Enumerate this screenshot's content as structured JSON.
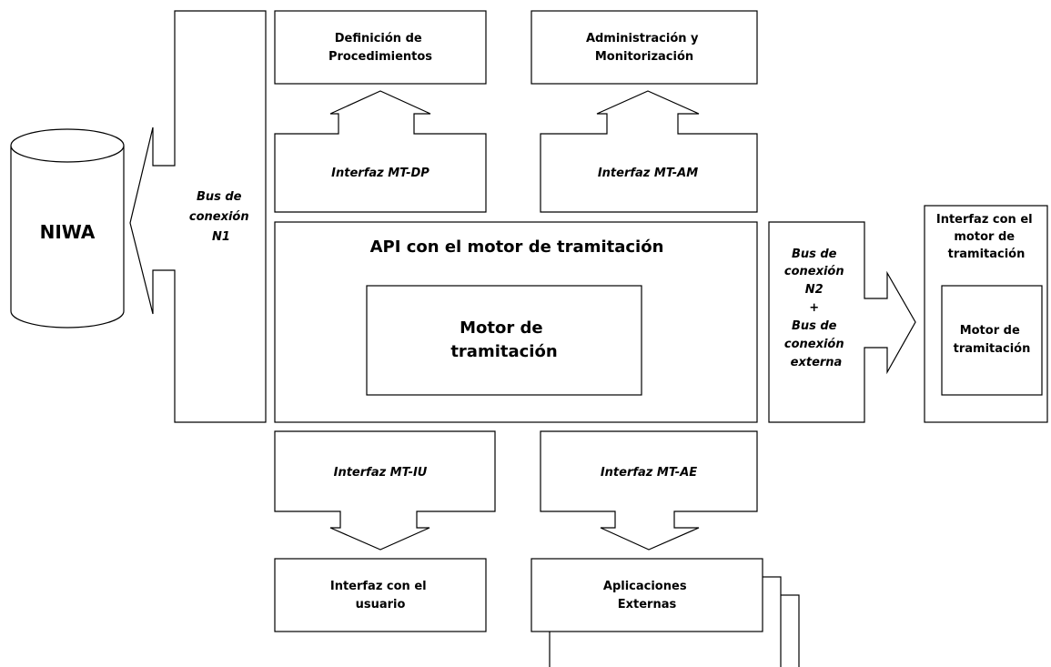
{
  "niwa": {
    "label": "NIWA"
  },
  "bus_n1": {
    "lines": [
      "Bus de",
      "conexión",
      "N1"
    ]
  },
  "definicion": {
    "lines": [
      "Definición de",
      "Procedimientos"
    ]
  },
  "administracion": {
    "lines": [
      "Administración y",
      "Monitorización"
    ]
  },
  "interfaz_dp": {
    "label": "Interfaz MT-DP"
  },
  "interfaz_am": {
    "label": "Interfaz MT-AM"
  },
  "api": {
    "title": "API con el motor de tramitación",
    "motor_lines": [
      "Motor de",
      "tramitación"
    ]
  },
  "bus_n2": {
    "lines": [
      "Bus de",
      "conexión",
      "N2",
      "+",
      "Bus de",
      "conexión",
      "externa"
    ]
  },
  "external_engine": {
    "title_lines": [
      "Interfaz con el",
      "motor de",
      "tramitación"
    ],
    "motor_lines": [
      "Motor de",
      "tramitación"
    ]
  },
  "interfaz_iu": {
    "label": "Interfaz MT-IU"
  },
  "interfaz_ae": {
    "label": "Interfaz MT-AE"
  },
  "usuario": {
    "lines": [
      "Interfaz con el",
      "usuario"
    ]
  },
  "aplicaciones": {
    "lines": [
      "Aplicaciones",
      "Externas"
    ]
  }
}
